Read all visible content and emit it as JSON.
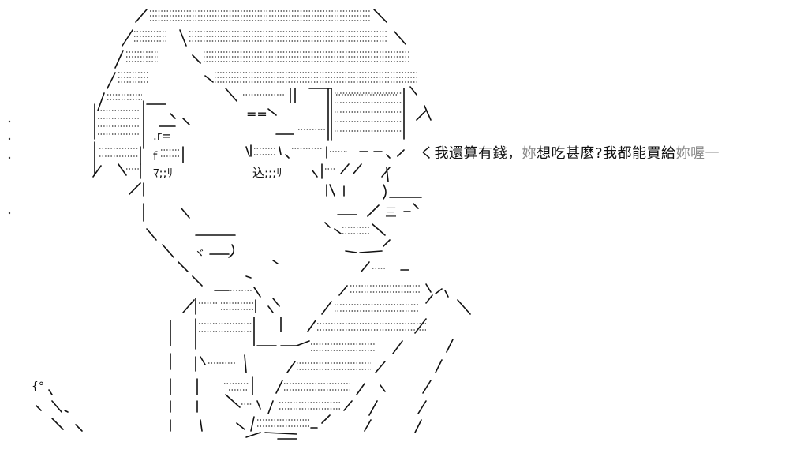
{
  "speech": {
    "part1": "く我還算有錢，",
    "part2": "妳",
    "part3": "想吃甚麼?我都能買給",
    "part4": "妳喔一"
  },
  "art_glyphs": {
    "r_eq": ".r=",
    "f_mark": "f",
    "ma_ri": "ﾏ;;ﾘ",
    "komi_ri": "込;;;ﾘ",
    "de_mark": "ヾ",
    "san": "三",
    "eq_eq": "==",
    "circle": "{°"
  },
  "colors": {
    "ink": "#111111",
    "muted": "#8a8a8a",
    "background": "#ffffff"
  }
}
